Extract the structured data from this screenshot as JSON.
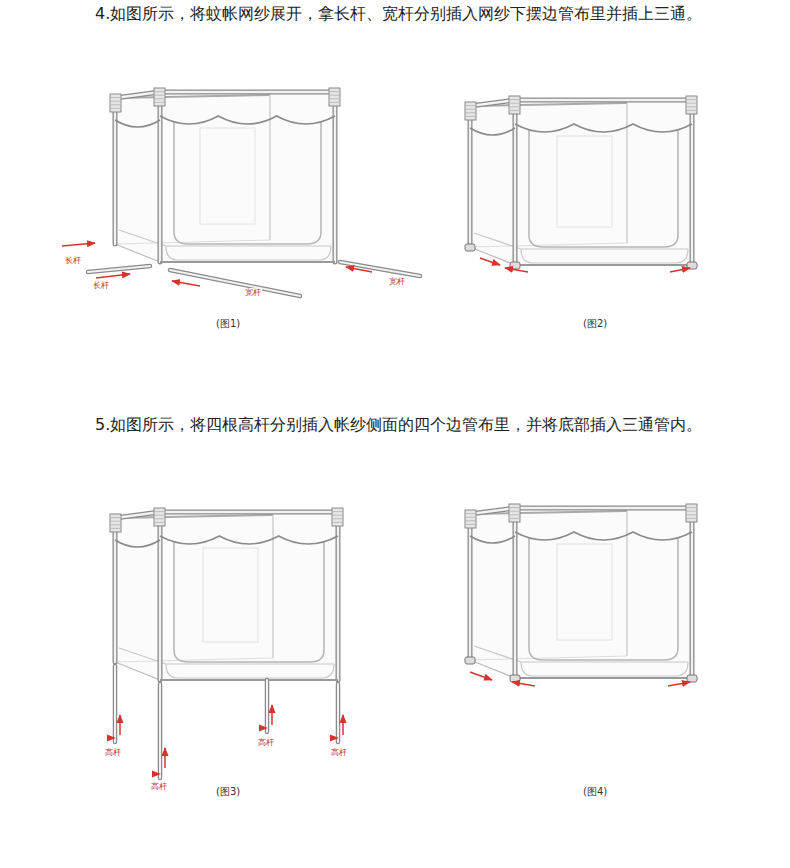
{
  "diagram": {
    "labels": [
      "4.如图所示，将蚊帐网纱展开，拿长杆、宽杆分别插入网纱下摆边管布里并插上三通。",
      "长杆",
      "长杆",
      "宽杆",
      "宽杆",
      "(图1)",
      "(图2)",
      "5.如图所示，将四根高杆分别插入帐纱侧面的四个边管布里，并将底部插入三通管内。",
      "高杆",
      "高杆",
      "高杆",
      "高杆",
      "(图3)",
      "(图4)"
    ]
  }
}
